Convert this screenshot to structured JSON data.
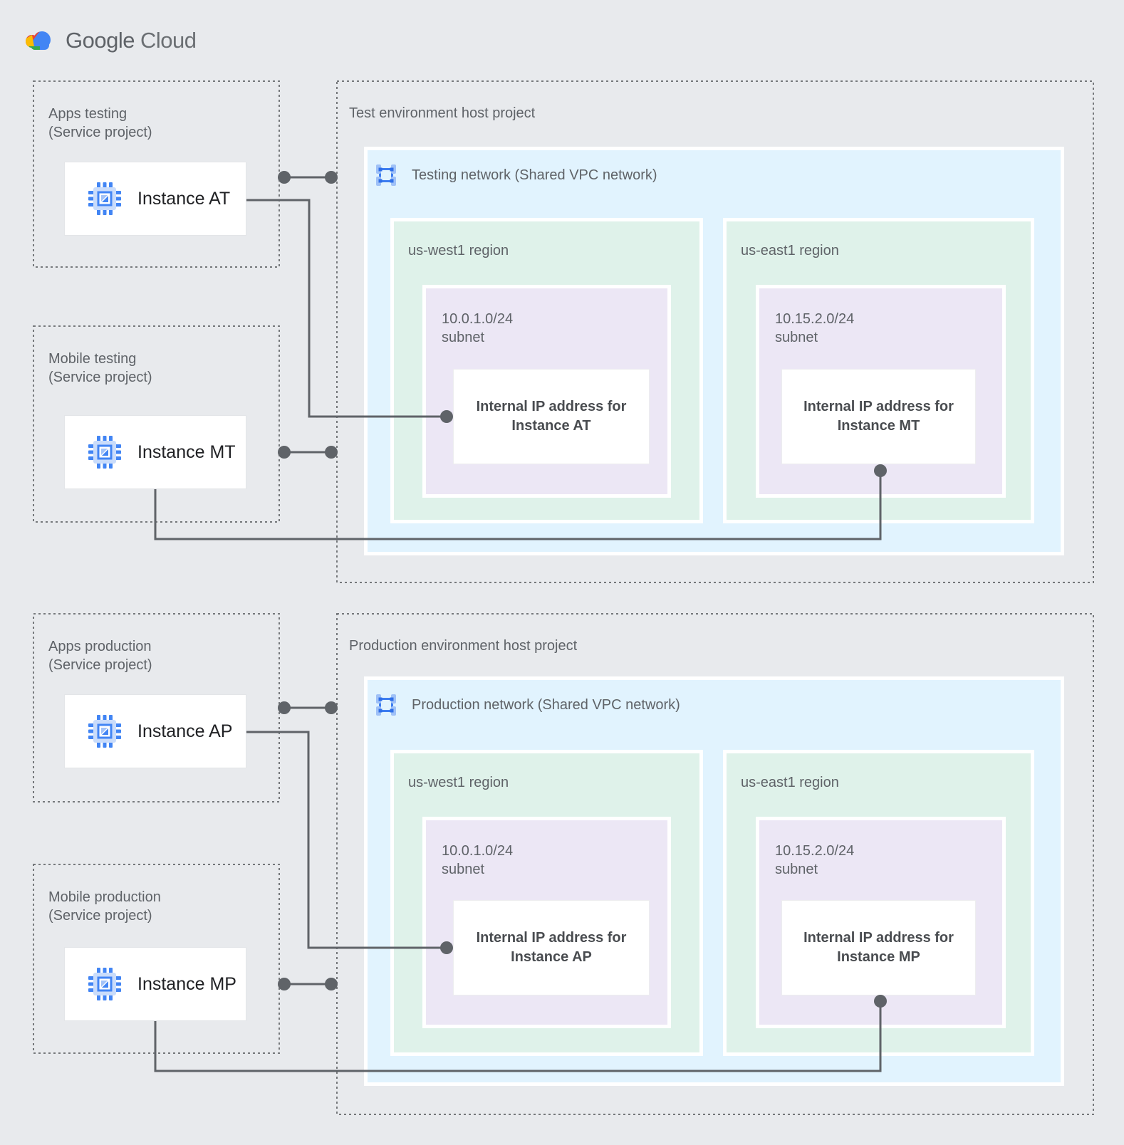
{
  "brand": {
    "logo_text_1": "Google",
    "logo_text_2": "Cloud"
  },
  "colors": {
    "background": "#E8EAED",
    "network_fill": "#E1F3FE",
    "region_fill": "#DFF2EA",
    "subnet_fill": "#ECE7F5",
    "connector_gray": "#5F6368",
    "dashed_border_gray": "#75787B",
    "label_gray": "#5F6368",
    "instance_text": "#202124",
    "google_blue": "#4285F4",
    "google_red": "#EA4335",
    "google_yellow": "#FBBC05",
    "google_green": "#34A853"
  },
  "sections": [
    {
      "service_projects": [
        {
          "title": "Apps testing",
          "subtitle": "(Service project)",
          "instance_label": "Instance AT"
        },
        {
          "title": "Mobile testing",
          "subtitle": "(Service project)",
          "instance_label": "Instance MT"
        }
      ],
      "host_project": {
        "title": "Test environment host project",
        "network_label": "Testing network (Shared VPC network)",
        "regions": [
          {
            "name": "us-west1 region",
            "subnet_cidr": "10.0.1.0/24",
            "subnet_label": "subnet",
            "ip_line1": "Internal IP address for",
            "ip_line2": "Instance AT"
          },
          {
            "name": "us-east1 region",
            "subnet_cidr": "10.15.2.0/24",
            "subnet_label": "subnet",
            "ip_line1": "Internal IP address for",
            "ip_line2": "Instance MT"
          }
        ]
      }
    },
    {
      "service_projects": [
        {
          "title": "Apps production",
          "subtitle": "(Service project)",
          "instance_label": "Instance AP"
        },
        {
          "title": "Mobile production",
          "subtitle": "(Service project)",
          "instance_label": "Instance MP"
        }
      ],
      "host_project": {
        "title": "Production environment host project",
        "network_label": "Production network (Shared VPC network)",
        "regions": [
          {
            "name": "us-west1 region",
            "subnet_cidr": "10.0.1.0/24",
            "subnet_label": "subnet",
            "ip_line1": "Internal IP address for",
            "ip_line2": "Instance AP"
          },
          {
            "name": "us-east1 region",
            "subnet_cidr": "10.15.2.0/24",
            "subnet_label": "subnet",
            "ip_line1": "Internal IP address for",
            "ip_line2": "Instance MP"
          }
        ]
      }
    }
  ]
}
